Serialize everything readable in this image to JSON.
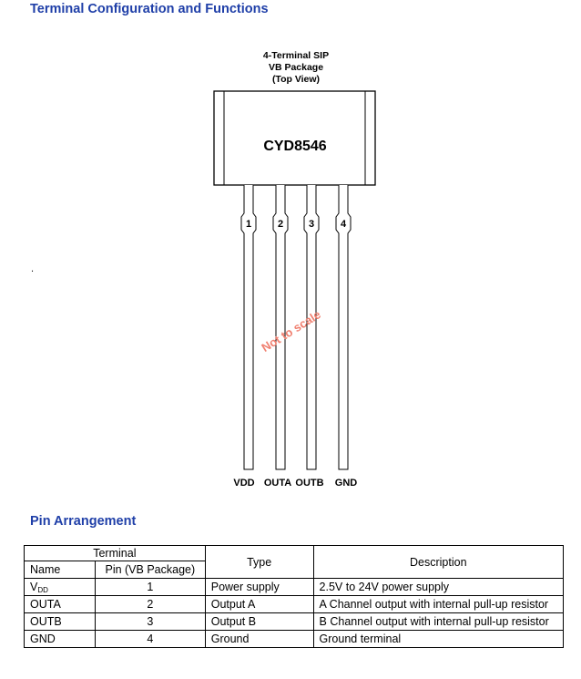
{
  "section1_title": "Terminal Configuration and Functions",
  "package": {
    "line1": "4-Terminal SIP",
    "line2": "VB Package",
    "line3": "(Top View)",
    "part_number": "CYD8546",
    "watermark": "Not to scale",
    "pin_numbers": [
      "1",
      "2",
      "3",
      "4"
    ],
    "pin_names": [
      "VDD",
      "OUTA",
      "OUTB",
      "GND"
    ]
  },
  "stray_dot": ".",
  "section2_title": "Pin Arrangement",
  "table": {
    "header_terminal": "Terminal",
    "header_type": "Type",
    "header_description": "Description",
    "header_name": "Name",
    "header_pin": "Pin (VB Package)",
    "rows": [
      {
        "name": "V",
        "name_sub": "DD",
        "pin": "1",
        "type": "Power supply",
        "description": "2.5V to 24V power supply"
      },
      {
        "name": "OUTA",
        "name_sub": "",
        "pin": "2",
        "type": "Output A",
        "description": "A Channel output with internal pull-up resistor"
      },
      {
        "name": "OUTB",
        "name_sub": "",
        "pin": "3",
        "type": "Output B",
        "description": "B Channel output with internal pull-up resistor"
      },
      {
        "name": "GND",
        "name_sub": "",
        "pin": "4",
        "type": "Ground",
        "description": "Ground terminal"
      }
    ]
  }
}
